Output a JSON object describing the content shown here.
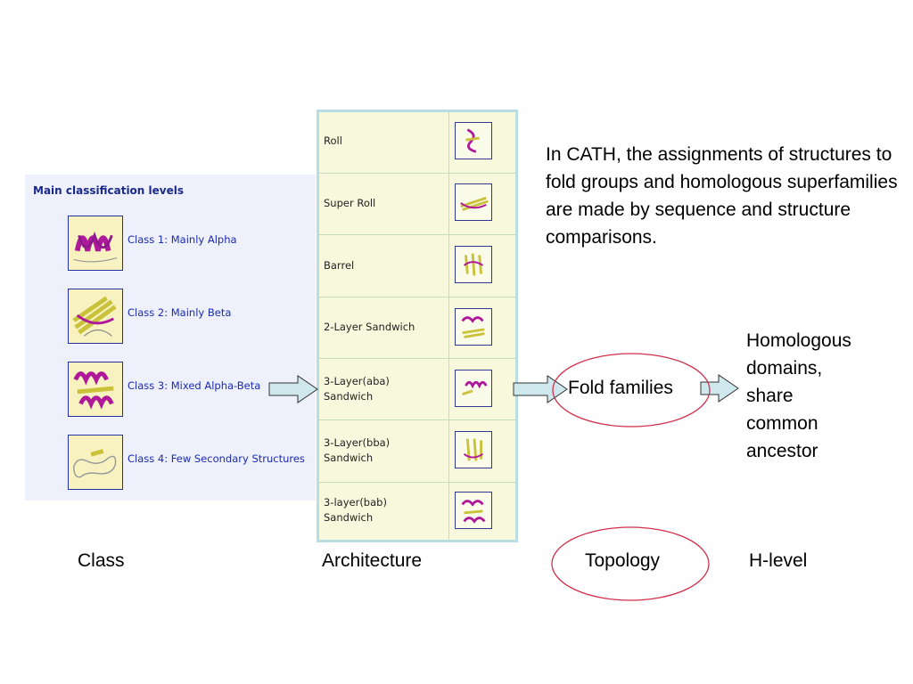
{
  "class_panel": {
    "title": "Main classification levels",
    "items": [
      {
        "label": "Class 1: Mainly Alpha"
      },
      {
        "label": "Class 2: Mainly Beta"
      },
      {
        "label": "Class 3: Mixed Alpha-Beta"
      },
      {
        "label": "Class 4: Few Secondary Structures"
      }
    ]
  },
  "architecture_table": {
    "rows": [
      {
        "name": "Roll"
      },
      {
        "name": "Super Roll"
      },
      {
        "name": "Barrel"
      },
      {
        "name": "2-Layer Sandwich"
      },
      {
        "name_line1": "3-Layer(aba)",
        "name_line2": "Sandwich"
      },
      {
        "name_line1": "3-Layer(bba)",
        "name_line2": "Sandwich"
      },
      {
        "name_line1": "3-layer(bab)",
        "name_line2": "Sandwich"
      }
    ]
  },
  "description": "In CATH, the assignments of structures to fold groups and homologous superfamilies are made by sequence and structure comparisons.",
  "fold_families": "Fold families",
  "homologous_lines": [
    "Homologous",
    "domains,",
    "share",
    "common",
    "ancestor"
  ],
  "levels": {
    "class": "Class",
    "architecture": "Architecture",
    "topology": "Topology",
    "h_level": "H-level"
  },
  "colors": {
    "panel_bg": "#eef0fb",
    "link_blue": "#1c2bb0",
    "table_border": "#b9dde3",
    "arrow_fill": "#cfe8ee",
    "ellipse_stroke": "#d0304a",
    "helix_magenta": "#b0189a",
    "strand_yellow": "#c9c23a"
  }
}
